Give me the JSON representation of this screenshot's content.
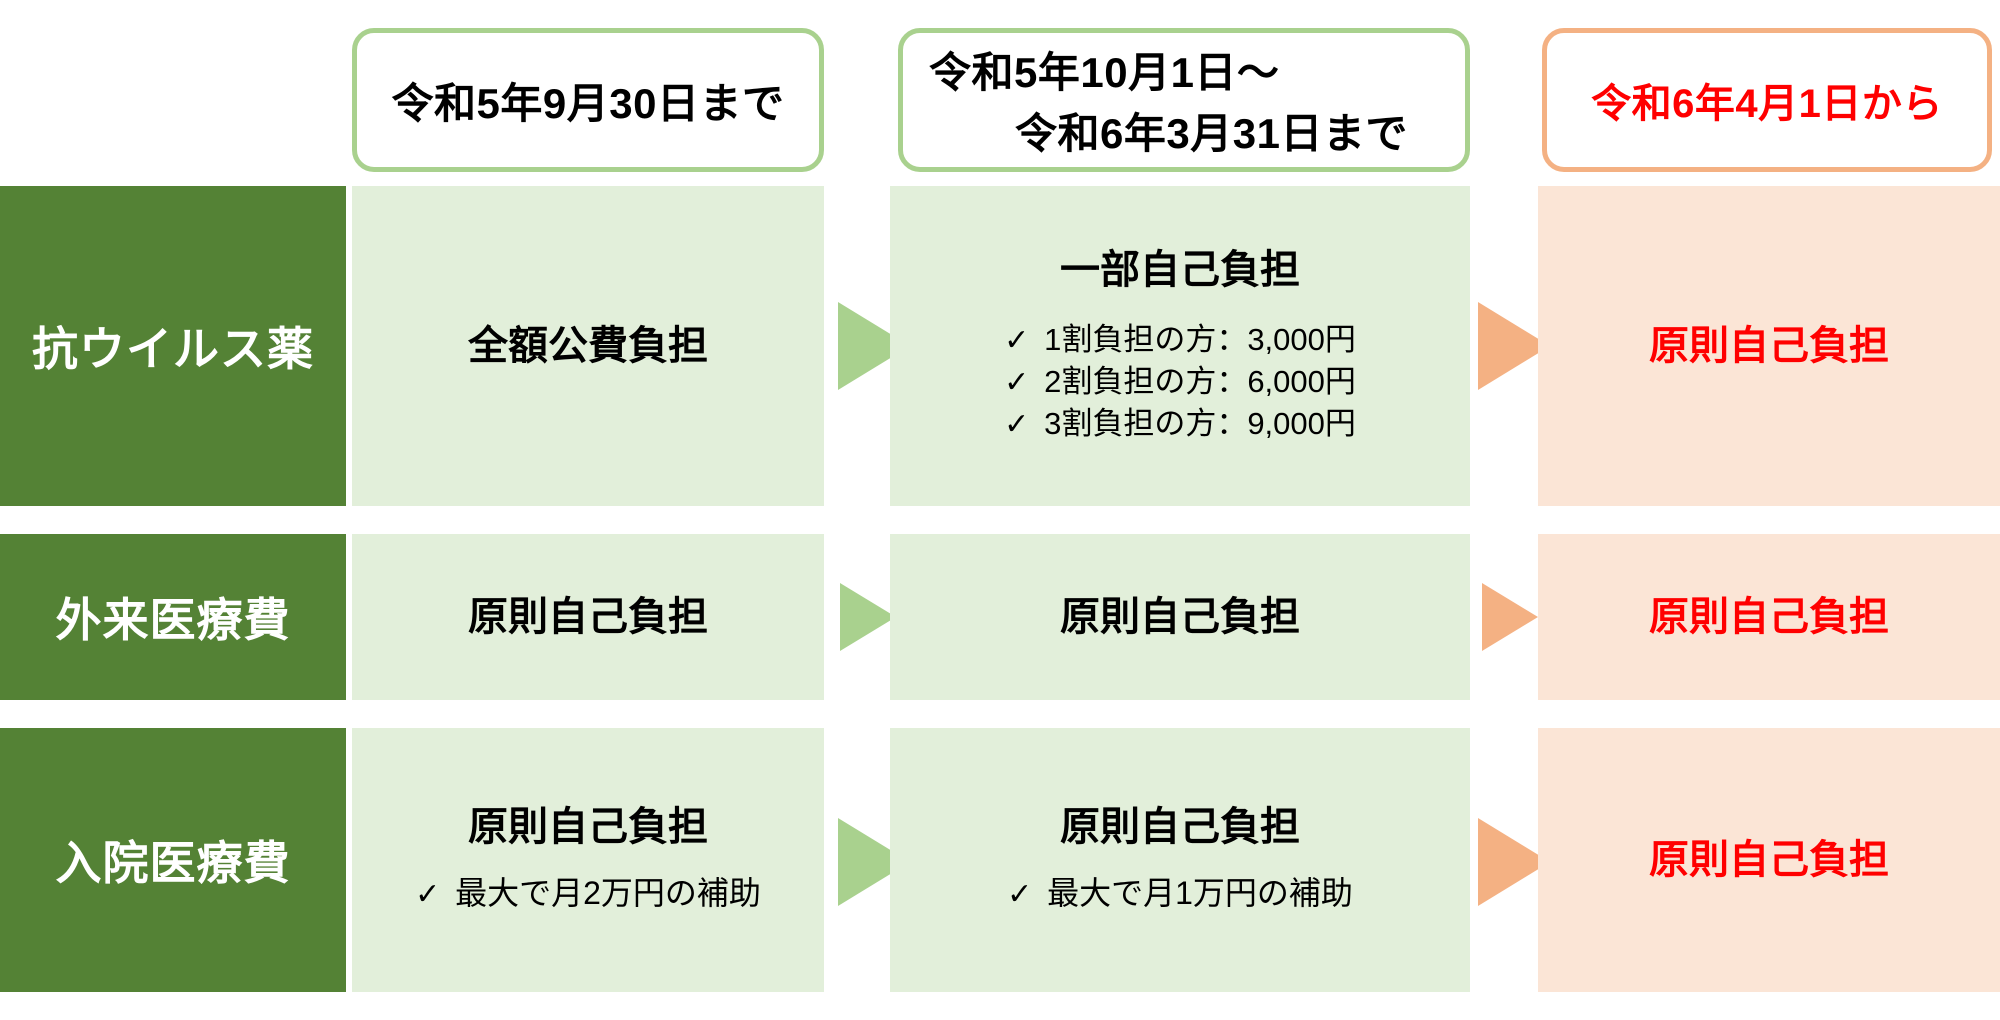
{
  "periods": [
    {
      "id": "period-1",
      "style": "green",
      "lines": [
        "令和5年9月30日まで"
      ]
    },
    {
      "id": "period-2",
      "style": "green",
      "lines": [
        "令和5年10月1日～",
        "令和6年3月31日まで"
      ]
    },
    {
      "id": "period-3",
      "style": "orange",
      "lines": [
        "令和6年4月1日から"
      ]
    }
  ],
  "rows": [
    {
      "category": "抗ウイルス薬",
      "col1": {
        "heading": "全額公費負担",
        "bullets": []
      },
      "col2": {
        "heading": "一部自己負担",
        "bullets": [
          "1割負担の方：3,000円",
          "2割負担の方：6,000円",
          "3割負担の方：9,000円"
        ]
      },
      "col3": {
        "heading": "原則自己負担",
        "bullets": []
      }
    },
    {
      "category": "外来医療費",
      "col1": {
        "heading": "原則自己負担",
        "bullets": []
      },
      "col2": {
        "heading": "原則自己負担",
        "bullets": []
      },
      "col3": {
        "heading": "原則自己負担",
        "bullets": []
      }
    },
    {
      "category": "入院医療費",
      "col1": {
        "heading": "原則自己負担",
        "bullets": [
          "最大で月2万円の補助"
        ]
      },
      "col2": {
        "heading": "原則自己負担",
        "bullets": [
          "最大で月1万円の補助"
        ]
      },
      "col3": {
        "heading": "原則自己負担",
        "bullets": []
      }
    }
  ],
  "icons": {
    "check": "✓",
    "arrow": "right-triangle"
  },
  "colors": {
    "category_bg": "#548235",
    "green_cell_bg": "#e2efda",
    "orange_cell_bg": "#fbe5d6",
    "green_border": "#a9d18e",
    "orange_border": "#f4b183",
    "green_arrow": "#a9d18e",
    "orange_arrow": "#f4b183",
    "red_text": "#ff0000",
    "white_text": "#ffffff"
  }
}
